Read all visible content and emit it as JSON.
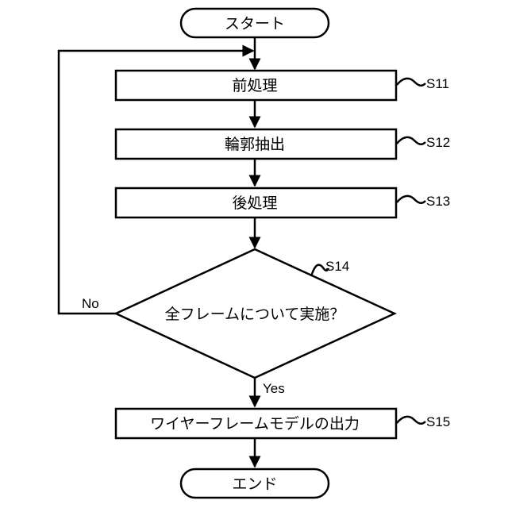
{
  "flowchart": {
    "start": "スタート",
    "end": "エンド",
    "steps": [
      {
        "label": "前処理",
        "id": "S11"
      },
      {
        "label": "輪郭抽出",
        "id": "S12"
      },
      {
        "label": "後処理",
        "id": "S13"
      },
      {
        "label": "ワイヤーフレームモデルの出力",
        "id": "S15"
      }
    ],
    "decision": {
      "label": "全フレームについて実施？",
      "id": "S14"
    },
    "edges": {
      "yes": "Yes",
      "no": "No"
    }
  }
}
